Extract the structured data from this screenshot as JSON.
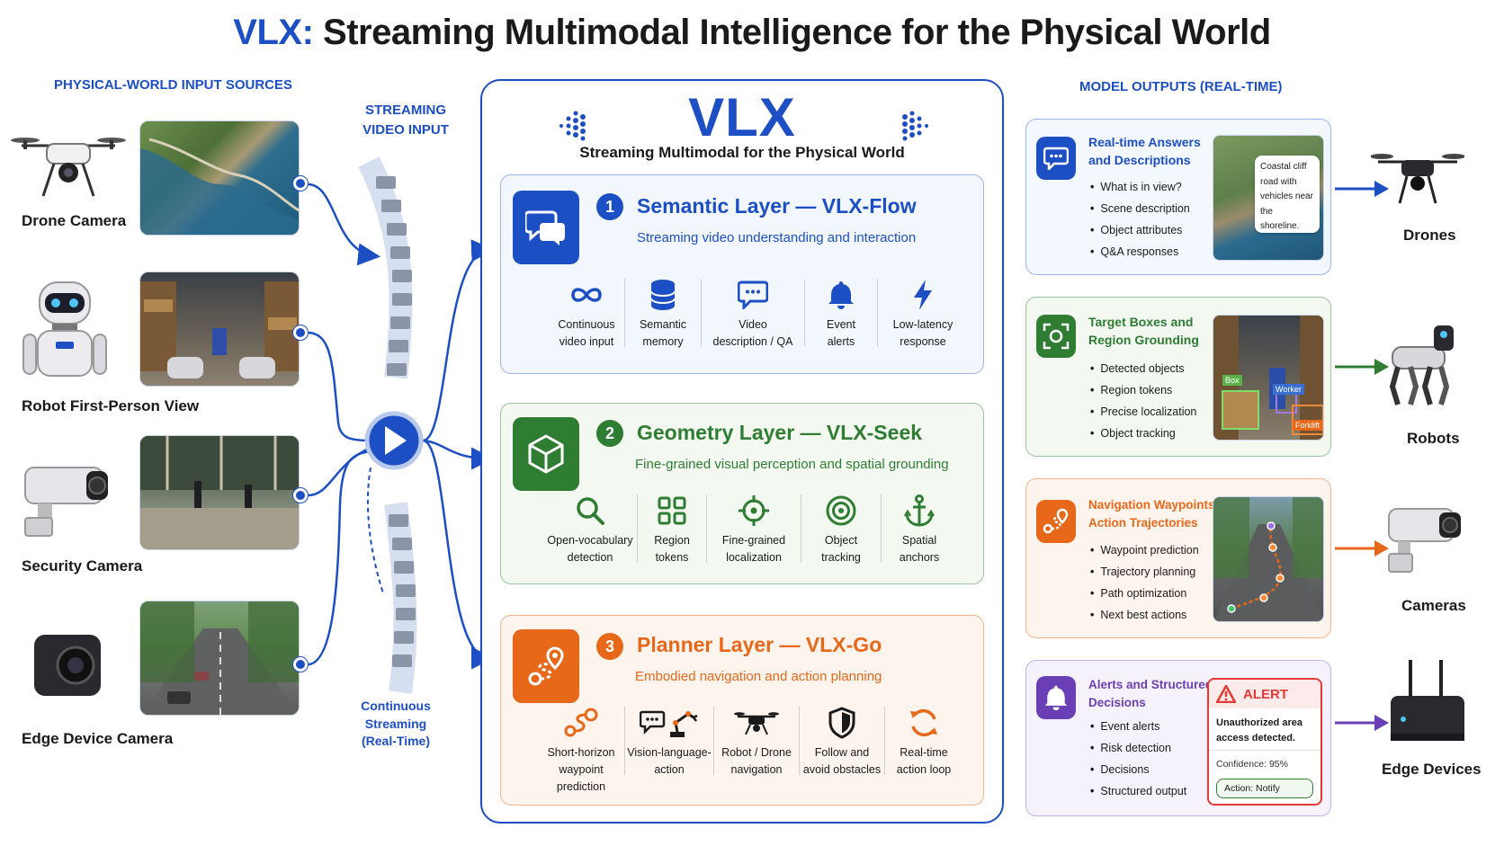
{
  "title": {
    "brand": "VLX:",
    "rest": "Streaming Multimodal Intelligence for the Physical World"
  },
  "inputs": {
    "heading": "PHYSICAL-WORLD INPUT SOURCES",
    "sources": [
      {
        "label": "Drone Camera"
      },
      {
        "label": "Robot First-Person View"
      },
      {
        "label": "Security Camera"
      },
      {
        "label": "Edge Device Camera"
      }
    ]
  },
  "stream": {
    "heading_line1": "STREAMING",
    "heading_line2": "VIDEO INPUT",
    "footer_line1": "Continuous",
    "footer_line2": "Streaming",
    "footer_line3": "(Real-Time)"
  },
  "center": {
    "name": "VLX",
    "subtitle": "Streaming Multimodal for the Physical World",
    "layers": [
      {
        "number": "1",
        "title": "Semantic Layer — VLX-Flow",
        "subtitle": "Streaming video understanding and interaction",
        "color": "#1d4fc4",
        "features": [
          {
            "line1": "Continuous",
            "line2": "video input",
            "icon": "infinity-icon"
          },
          {
            "line1": "Semantic",
            "line2": "memory",
            "icon": "database-icon"
          },
          {
            "line1": "Video",
            "line2": "description / QA",
            "icon": "chat-bubble-icon"
          },
          {
            "line1": "Event",
            "line2": "alerts",
            "icon": "bell-icon"
          },
          {
            "line1": "Low-latency",
            "line2": "response",
            "icon": "lightning-icon"
          }
        ]
      },
      {
        "number": "2",
        "title": "Geometry Layer — VLX-Seek",
        "subtitle": "Fine-grained visual perception and spatial grounding",
        "color": "#2e7d32",
        "features": [
          {
            "line1": "Open-vocabulary",
            "line2": "detection",
            "icon": "magnifier-icon"
          },
          {
            "line1": "Region",
            "line2": "tokens",
            "icon": "grid-icon"
          },
          {
            "line1": "Fine-grained",
            "line2": "localization",
            "icon": "crosshair-icon"
          },
          {
            "line1": "Object",
            "line2": "tracking",
            "icon": "target-icon"
          },
          {
            "line1": "Spatial",
            "line2": "anchors",
            "icon": "anchor-icon"
          }
        ]
      },
      {
        "number": "3",
        "title": "Planner Layer — VLX-Go",
        "subtitle": "Embodied navigation and action planning",
        "color": "#e8681a",
        "features": [
          {
            "line1": "Short-horizon",
            "line2": "waypoint",
            "line3": "prediction",
            "icon": "route-icon"
          },
          {
            "line1": "Vision-language-",
            "line2": "action",
            "icon": "robot-arm-icon"
          },
          {
            "line1": "Robot / Drone",
            "line2": "navigation",
            "icon": "drone-icon"
          },
          {
            "line1": "Follow and",
            "line2": "avoid obstacles",
            "icon": "shield-icon"
          },
          {
            "line1": "Real-time",
            "line2": "action loop",
            "icon": "refresh-icon"
          }
        ]
      }
    ]
  },
  "outputs": {
    "heading": "MODEL OUTPUTS (REAL-TIME)",
    "cards": [
      {
        "title_line1": "Real-time Answers",
        "title_line2": "and Descriptions",
        "color": "#1d4fc4",
        "items": [
          "What is in view?",
          "Scene description",
          "Object attributes",
          "Q&A responses"
        ],
        "bubble_line1": "Coastal cliff",
        "bubble_line2": "road with",
        "bubble_line3": "vehicles near",
        "bubble_line4": "the shoreline.",
        "target": "Drones"
      },
      {
        "title_line1": "Target Boxes and",
        "title_line2": "Region Grounding",
        "color": "#2e7d32",
        "items": [
          "Detected objects",
          "Region tokens",
          "Precise localization",
          "Object tracking"
        ],
        "box_labels": [
          "Box",
          "Worker",
          "Forklift"
        ],
        "target": "Robots"
      },
      {
        "title_line1": "Navigation Waypoints /",
        "title_line2": "Action Trajectories",
        "color": "#e8681a",
        "items": [
          "Waypoint prediction",
          "Trajectory planning",
          "Path optimization",
          "Next best actions"
        ],
        "target": "Cameras"
      },
      {
        "title_line1": "Alerts and Structured",
        "title_line2": "Decisions",
        "color": "#6a3fb5",
        "items": [
          "Event alerts",
          "Risk detection",
          "Decisions",
          "Structured output"
        ],
        "alert": {
          "header": "ALERT",
          "message_line1": "Unauthorized area",
          "message_line2": "access detected.",
          "confidence": "Confidence: 95%",
          "action": "Action:  Notify"
        },
        "target": "Edge Devices"
      }
    ]
  }
}
